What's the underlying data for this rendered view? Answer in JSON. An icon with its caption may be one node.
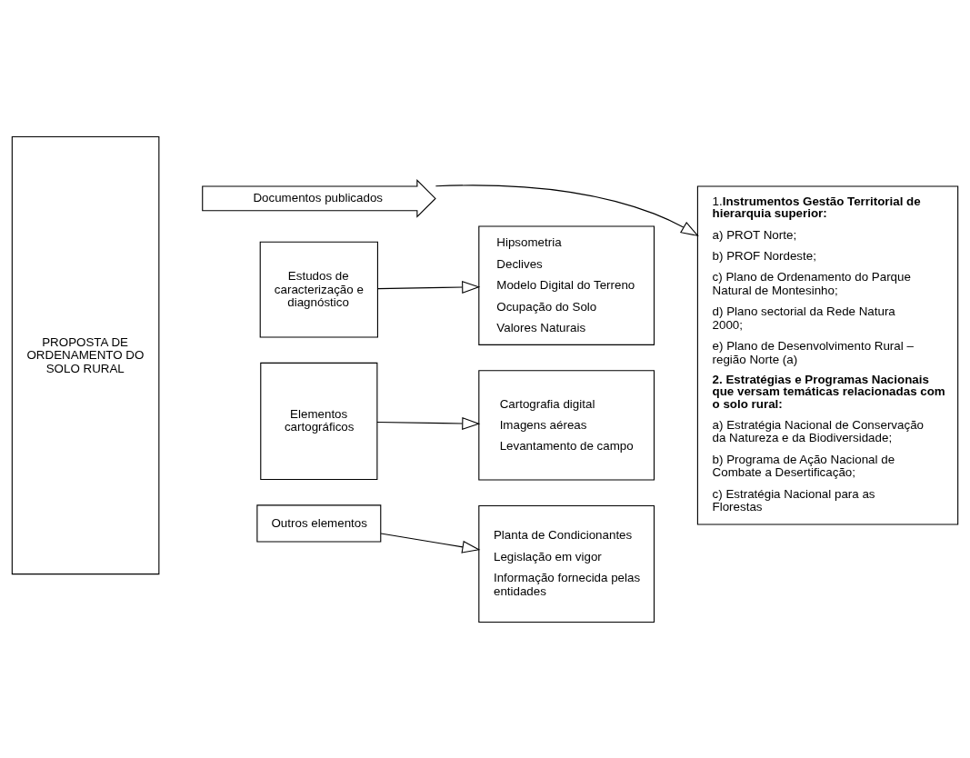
{
  "diagram": {
    "nodes": [
      {
        "text": [
          "PROPOSTA DE ORDENAMENTO DO SOLO RURAL"
        ]
      },
      {
        "text": [
          "Documentos publicados"
        ]
      },
      {
        "text": [
          "1.**Instrumentos Gestão Territorial de hierarquia superior:**",
          "a) PROT Norte;",
          "b) PROF Nordeste;",
          "c) Plano de Ordenamento do Parque Natural de Montesinho;",
          "d) Plano sectorial da Rede Natura 2000;",
          "e) Plano de Desenvolvimento Rural – região Norte (a)",
          "2. Estratégias e Programas Nacionais que versam temáticas relacionadas com o solo rural:",
          "a) Estratégia Nacional de Conservação da Natureza e da Biodiversidade;",
          "b) Programa de Ação Nacional de Combate a Desertificação;",
          "c) Estratégia Nacional para as Florestas"
        ]
      },
      {
        "text": [
          "Estudos de caracterização e diagnóstico"
        ]
      },
      {
        "text": [
          "Hipsometria",
          "Declives",
          "Modelo Digital do Terreno",
          "Ocupação do Solo",
          "Valores Naturais"
        ]
      },
      {
        "text": [
          "Elementos cartográficos"
        ]
      },
      {
        "text": [
          "Cartografia digital",
          "Imagens aéreas",
          "Levantamento de campo"
        ]
      },
      {
        "text": [
          "Outros elementos"
        ]
      },
      {
        "text": [
          "Planta de Condicionantes",
          "Legislação em vigor",
          "Informação fornecida pelas entidades"
        ]
      }
    ],
    "edges": [
      {
        "from": 1,
        "to": 2,
        "arrow": "to"
      },
      {
        "from": 3,
        "to": 4,
        "arrow": "to"
      },
      {
        "from": 5,
        "to": 6,
        "arrow": "to"
      },
      {
        "from": 7,
        "to": 8,
        "arrow": "to"
      }
    ]
  }
}
